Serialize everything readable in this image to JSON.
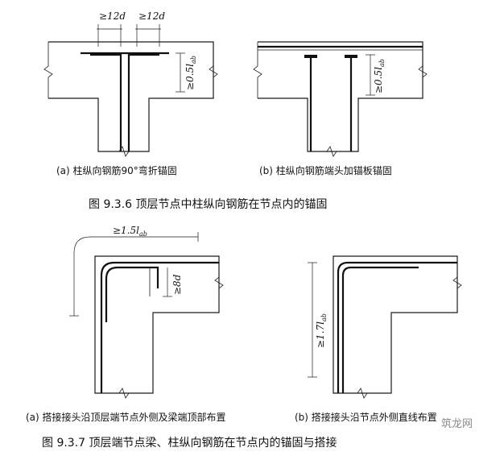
{
  "top": {
    "dim_12d_left": "≥12d",
    "dim_12d_right": "≥12d",
    "dim_anchor_a": "≥0.5l",
    "dim_anchor_a_sub": "ab",
    "dim_anchor_b": "≥0.5l",
    "dim_anchor_b_sub": "ab",
    "caption_a": "(a) 柱纵向钢筋90°弯折锚固",
    "caption_b": "(b) 柱纵向钢筋端头加锚板锚固",
    "figure_title": "图 9.3.6   顶层节点中柱纵向钢筋在节点内的锚固"
  },
  "bottom": {
    "dim_lap_a": "≥1.5l",
    "dim_lap_a_sub": "ab",
    "dim_8d": "≥8d",
    "dim_lap_b": "≥1.7l",
    "dim_lap_b_sub": "ab",
    "caption_a": "(a) 搭接接头沿顶层端节点外侧及梁端顶部布置",
    "caption_b": "(b)  搭接接头沿节点外侧直线布置",
    "figure_title": "图 9.3.7   顶层端节点梁、柱纵向钢筋在节点内的锚固与搭接"
  },
  "watermark": "筑龙网"
}
